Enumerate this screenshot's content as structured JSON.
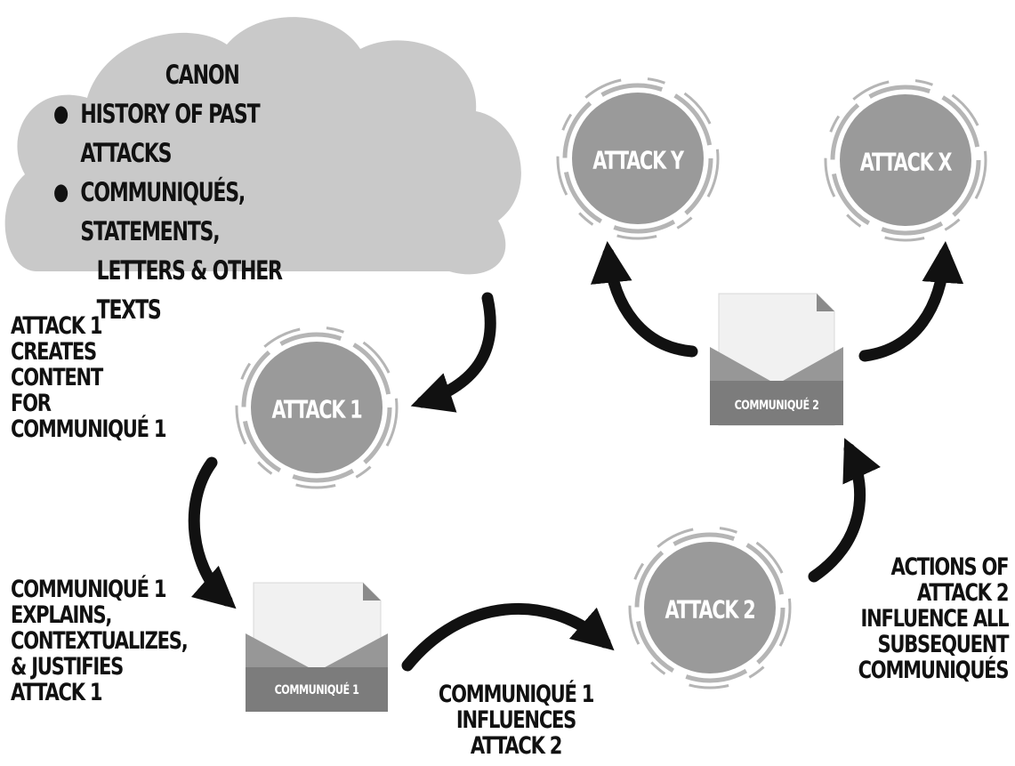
{
  "canon": {
    "title": "CANON",
    "items": [
      "HISTORY OF PAST ATTACKS",
      "COMMUNIQUÉS, STATEMENTS,",
      "LETTERS & OTHER TEXTS"
    ]
  },
  "nodes": {
    "attack_y": "ATTACK Y",
    "attack_x": "ATTACK X",
    "attack_1": "ATTACK 1",
    "attack_2": "ATTACK 2"
  },
  "communiques": {
    "c1": "COMMUNIQUÉ 1",
    "c2": "COMMUNIQUÉ 2"
  },
  "annotations": {
    "attack1_creates": [
      "ATTACK 1",
      "CREATES",
      "CONTENT",
      "FOR",
      "COMMUNIQUÉ 1"
    ],
    "communique1_explains": [
      "COMMUNIQUÉ 1",
      "EXPLAINS,",
      "CONTEXTUALIZES,",
      "& JUSTIFIES",
      "ATTACK 1"
    ],
    "communique1_influences": [
      "COMMUNIQUÉ 1",
      "INFLUENCES",
      "ATTACK 2"
    ],
    "actions_of_attack2": [
      "ACTIONS OF",
      "ATTACK 2",
      "INFLUENCE ALL",
      "SUBSEQUENT",
      "COMMUNIQUÉS"
    ]
  },
  "colors": {
    "cloud": "#c9c9c9",
    "circle": "#9a9a9a",
    "ring": "#b5b5b5",
    "envelope_body": "#7c7c7c",
    "envelope_flap": "#979797",
    "paper": "#f1f1f1",
    "arrow": "#111111"
  }
}
